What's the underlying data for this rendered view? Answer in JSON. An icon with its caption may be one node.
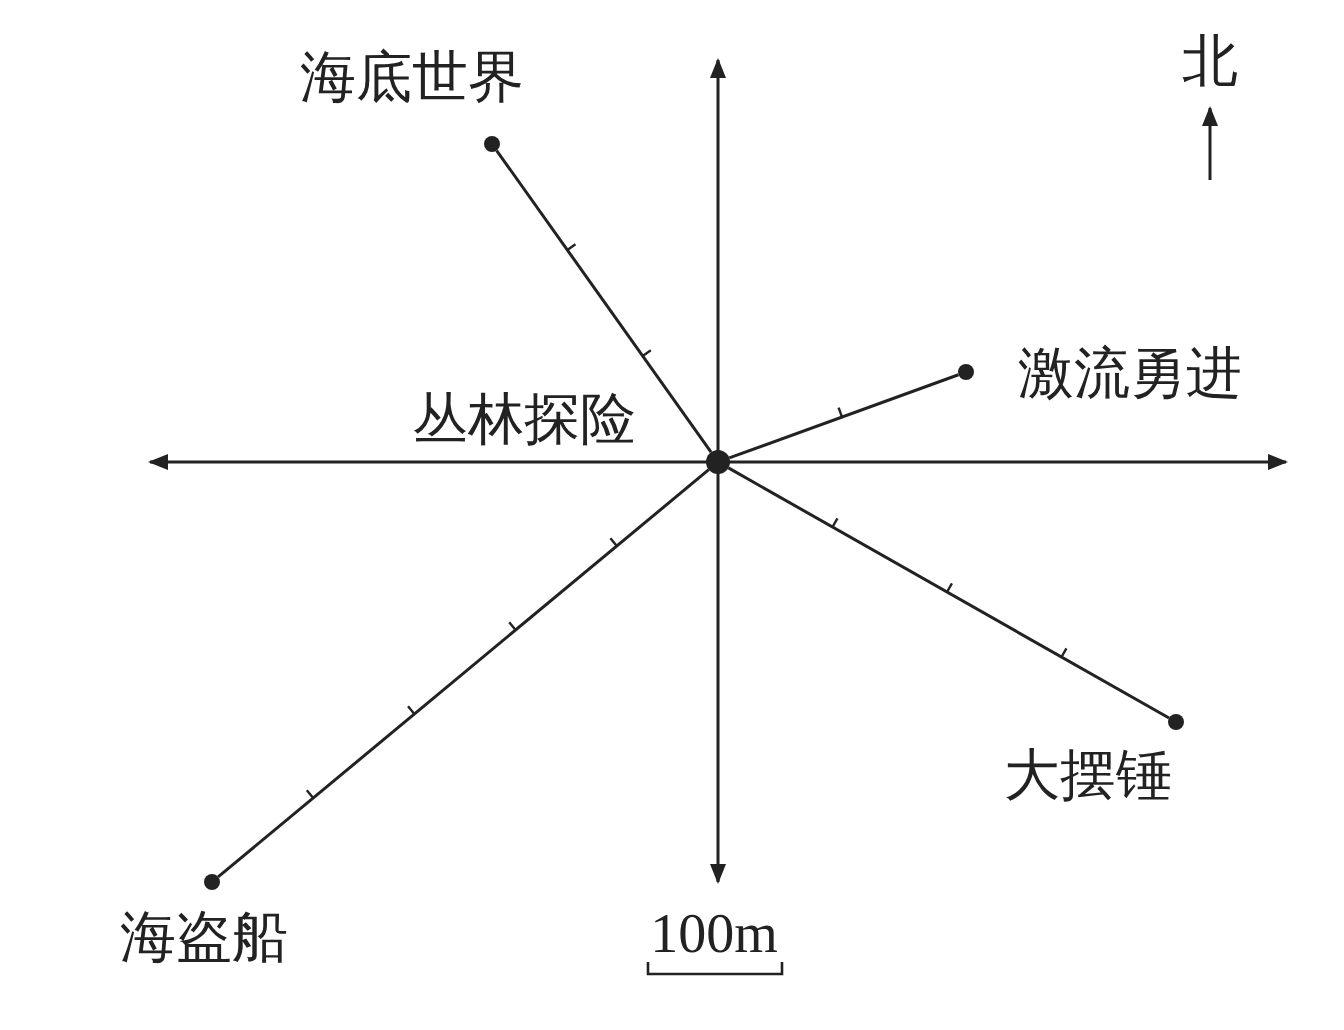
{
  "diagram": {
    "nodes": [
      {
        "text": [],
        "shape": "circle",
        "beside": [
          "海底世界"
        ]
      },
      {
        "text": [],
        "shape": "circle",
        "beside": [
          "激流勇进"
        ]
      },
      {
        "text": [],
        "shape": "circle",
        "beside": [
          "丛林探险"
        ]
      },
      {
        "text": [],
        "shape": "circle",
        "beside": [
          "大摆锤"
        ]
      },
      {
        "text": [],
        "shape": "circle",
        "beside": [
          "海盗船"
        ]
      }
    ],
    "edges": [
      {
        "from": 2,
        "to": 0,
        "arrow": "none"
      },
      {
        "from": 2,
        "to": 1,
        "arrow": "none"
      },
      {
        "from": 2,
        "to": 3,
        "arrow": "none"
      },
      {
        "from": 2,
        "to": 4,
        "arrow": "none"
      }
    ],
    "labels": [
      "北",
      "100m"
    ]
  }
}
